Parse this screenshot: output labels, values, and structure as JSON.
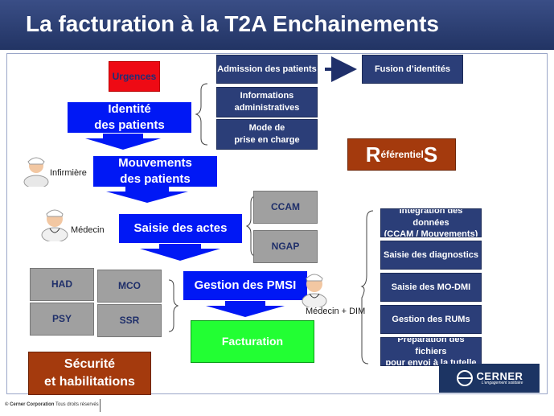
{
  "header": {
    "title": "La facturation à la T2A Enchainements"
  },
  "boxes": {
    "urgences": "Urgences",
    "admission": "Admission des patients",
    "fusion": "Fusion d’identités",
    "identite": "Identité\ndes patients",
    "informations": "Informations\nadministratives",
    "mode": "Mode de\nprise en charge",
    "mouvements": "Mouvements\ndes patients",
    "ccam": "CCAM",
    "ngap": "NGAP",
    "saisie_actes": "Saisie des actes",
    "had": "HAD",
    "mco": "MCO",
    "psy": "PSY",
    "ssr": "SSR",
    "gestion_pmsi": "Gestion des PMSI",
    "facturation": "Facturation",
    "securite": "Sécurité\net habilitations"
  },
  "referentiels": {
    "r": "R",
    "middle": "éférentiel",
    "s": "S"
  },
  "right_column": [
    "Intégration des données\n(CCAM / Mouvements)",
    "Saisie des diagnostics",
    "Saisie des MO-DMI",
    "Gestion des RUMs",
    "Préparation des fichiers\npour envoi à la tutelle"
  ],
  "people": {
    "infirmiere": "Infirmière",
    "medecin": "Médecin",
    "medecin_dim": "Médecin + DIM"
  },
  "logo": {
    "name": "CERNER",
    "tagline": "L’engagement solidaire"
  },
  "footer": {
    "bold": "© Cerner Corporation",
    "rest": " Tous droits réservés"
  },
  "colors": {
    "header": "#2b3e78",
    "blue": "#0018f5",
    "navy": "#2b3e78",
    "brown": "#a43a0d",
    "green": "#22ff33",
    "red": "#ee0a14",
    "gray": "#999999"
  }
}
